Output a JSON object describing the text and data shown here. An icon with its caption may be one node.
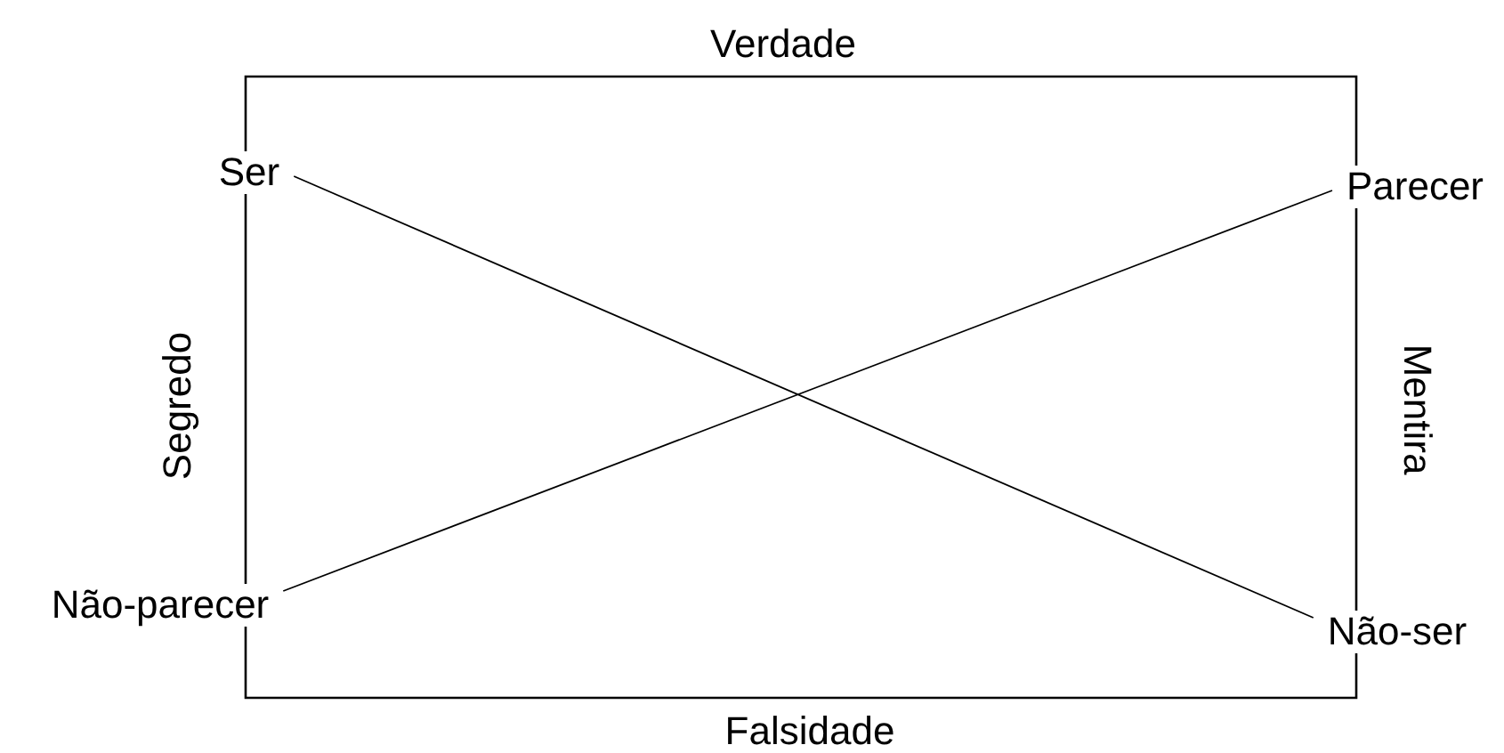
{
  "diagram": {
    "nodes": [
      {
        "text": [
          "Ser"
        ]
      },
      {
        "text": [
          "Parecer"
        ]
      },
      {
        "text": [
          "Não-parecer"
        ]
      },
      {
        "text": [
          "Não-ser"
        ]
      }
    ],
    "edges": [
      {
        "from": 0,
        "to": 1,
        "arrow": "none",
        "label": "Verdade"
      },
      {
        "from": 0,
        "to": 2,
        "arrow": "none",
        "label": "Segredo"
      },
      {
        "from": 1,
        "to": 3,
        "arrow": "none",
        "label": "Mentira"
      },
      {
        "from": 2,
        "to": 3,
        "arrow": "none",
        "label": "Falsidade"
      },
      {
        "from": 0,
        "to": 3,
        "arrow": "none"
      },
      {
        "from": 1,
        "to": 2,
        "arrow": "none"
      }
    ]
  }
}
